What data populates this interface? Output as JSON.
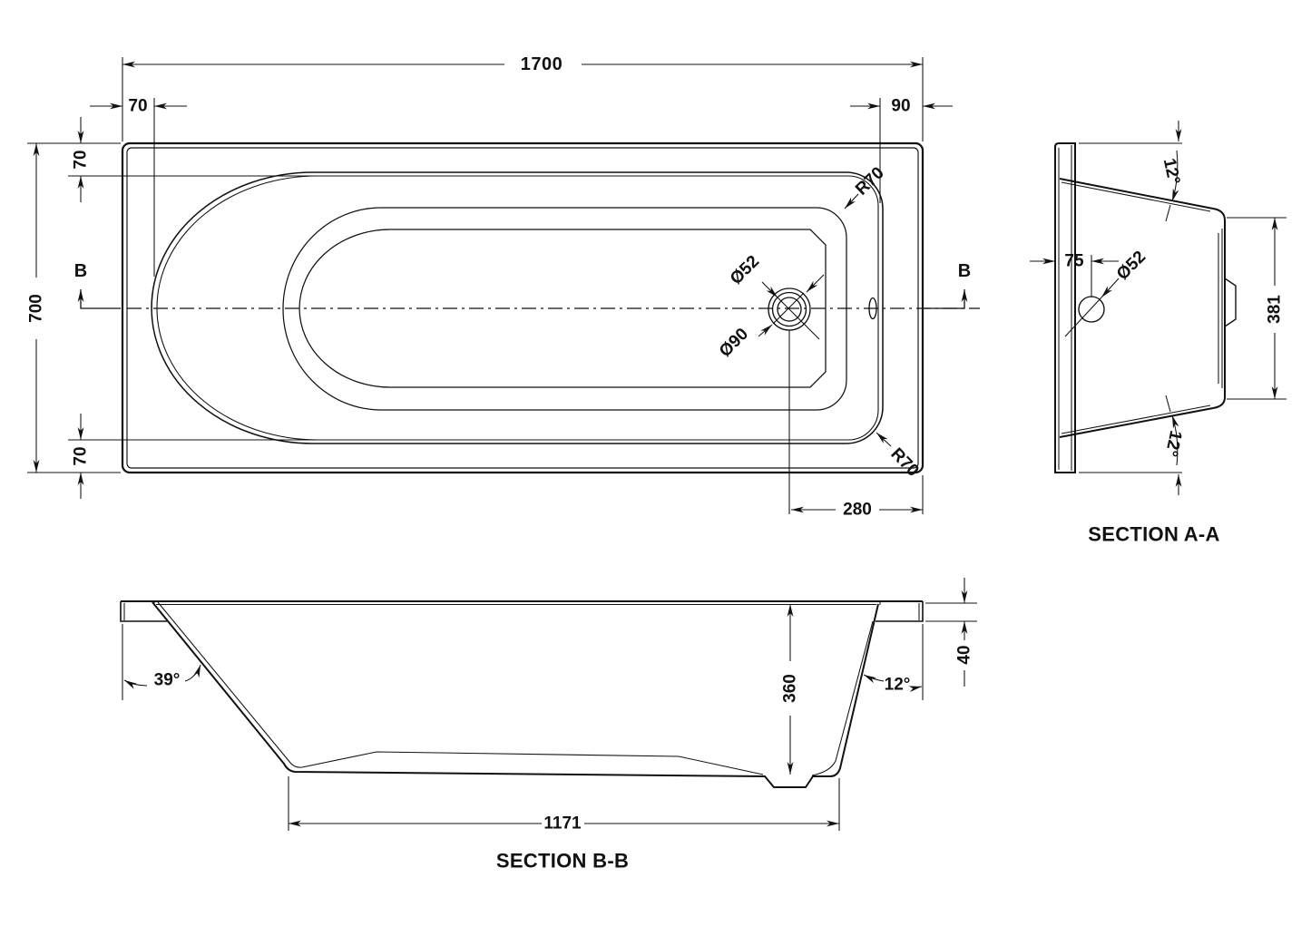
{
  "colors": {
    "line": "#111111",
    "background": "#ffffff"
  },
  "top_view": {
    "length": "1700",
    "left_offset": "70",
    "right_offset": "90",
    "rim_top": "70",
    "width": "700",
    "rim_bottom": "70",
    "corner_radius_top": "R70",
    "corner_radius_bottom": "R70",
    "drain_diameter": "Ø52",
    "waste_diameter": "Ø90",
    "drain_offset": "280",
    "section_marker": "B"
  },
  "section_aa": {
    "title": "SECTION A-A",
    "angle_top": "12°",
    "angle_bottom": "12°",
    "drain_from_edge": "75",
    "drain_diameter": "Ø52",
    "base_width": "381"
  },
  "section_bb": {
    "title": "SECTION B-B",
    "wall_angle_left": "39°",
    "wall_angle_right": "12°",
    "depth": "360",
    "rim_height": "40",
    "base_length": "1171"
  }
}
